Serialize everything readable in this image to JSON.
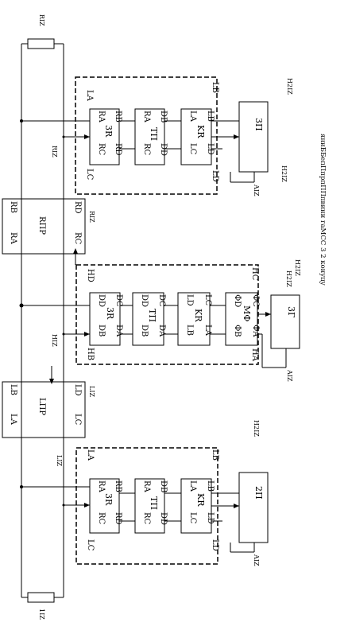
{
  "top_terminal": "RІZ",
  "bottom_terminal": "1ІZ",
  "side_note": "яниББепПпрпППпвини гаМСС 3 2 конуцу",
  "units": {
    "top_group": {
      "outer_left_top": "LA",
      "outer_left_bot": "LC",
      "outer_right_top": "LB",
      "outer_right_bot": "LD",
      "block1": {
        "tl": "RA",
        "tr": "RB",
        "bl": "RC",
        "br": "RD",
        "center": "3R"
      },
      "block2": {
        "tl": "RA",
        "tr": "DB",
        "bl": "RC",
        "br": "DD",
        "center": "ТП"
      },
      "block3": {
        "tl": "LA",
        "tr": "LB",
        "bl": "LC",
        "br": "LD",
        "center": "KR"
      },
      "output": "3П",
      "out_top": "Н2ІZ",
      "out_bot": "AІZ"
    },
    "mid_group": {
      "outer_left_top": "НD",
      "outer_left_bot": "НB",
      "outer_right_top": "НC",
      "outer_right_bot": "НA",
      "block1": {
        "tl": "DD",
        "tr": "DC",
        "bl": "DB",
        "br": "DA",
        "center": "3R"
      },
      "block2": {
        "tl": "DD",
        "tr": "DC",
        "bl": "DB",
        "br": "DA",
        "center": "ТП"
      },
      "block3": {
        "tl": "LD",
        "tr": "LC",
        "bl": "LB",
        "br": "LA",
        "center": "KR"
      },
      "block4": {
        "tl": "ФD",
        "tr": "ФC",
        "bl": "ФB",
        "br": "ФA",
        "center": "MФ"
      },
      "output": "3Г",
      "out_top": "Н2ІZ",
      "out_bot": "AІZ"
    },
    "bot_group": {
      "outer_left_top": "LA",
      "outer_left_bot": "LC",
      "outer_right_top": "LB",
      "outer_right_bot": "LD",
      "block1": {
        "tl": "RA",
        "tr": "RB",
        "bl": "RC",
        "br": "RD",
        "center": "3R"
      },
      "block2": {
        "tl": "RA",
        "tr": "DB",
        "bl": "RC",
        "br": "DD",
        "center": "ТП"
      },
      "block3": {
        "tl": "LA",
        "tr": "LB",
        "bl": "LC",
        "br": "LD",
        "center": "KR"
      },
      "output": "2П",
      "out_top": "Н2ІZ",
      "out_bot": "AІZ"
    }
  },
  "switch_upper": {
    "tl": "RB",
    "tr": "RD",
    "bl": "RA",
    "br": "RC",
    "center": "RПP",
    "side": "RIZ"
  },
  "switch_lower": {
    "tl": "LB",
    "tr": "LD",
    "bl": "LA",
    "br": "LC",
    "center": "LПP",
    "side": "LIZ"
  },
  "left_labels": {
    "upper": "RIZ",
    "middle": "НIZ",
    "lower": "LIZ"
  }
}
